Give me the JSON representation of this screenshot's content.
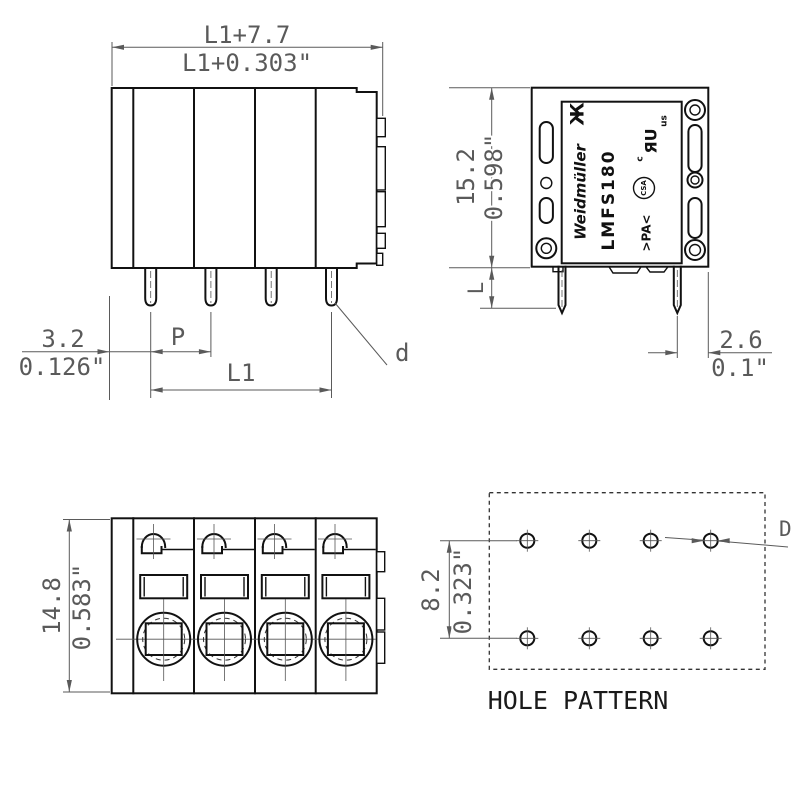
{
  "drawing": {
    "top_view": {
      "dim_width_mm": "L1+7.7",
      "dim_width_inch": "L1+0.303\"",
      "dim_pin_offset_mm": "3.2",
      "dim_pin_offset_inch": "0.126\"",
      "pitch_label": "P",
      "row_length_label": "L1",
      "pin_diameter_label": "d"
    },
    "side_view": {
      "dim_height_mm": "15.2",
      "dim_height_inch": "0.598\"",
      "pin_length_label": "L",
      "dim_pin_to_edge_mm": "2.6",
      "dim_pin_to_edge_inch": "0.1\"",
      "label": {
        "brand": "Weidmüller",
        "model": "LMFS180",
        "material": ">PA<",
        "csa_mark": "CSA",
        "ul_c": "c",
        "ul_mark": "ЯU",
        "ul_us": "us"
      }
    },
    "front_view": {
      "dim_height_mm": "14.8",
      "dim_height_inch": "0.583\""
    },
    "hole_pattern": {
      "dim_row_spacing_mm": "8.2",
      "dim_row_spacing_inch": "0.323\"",
      "hole_diameter_label": "D",
      "caption": "HOLE PATTERN"
    }
  },
  "icons": {
    "weidmueller_logo": "Ж"
  }
}
